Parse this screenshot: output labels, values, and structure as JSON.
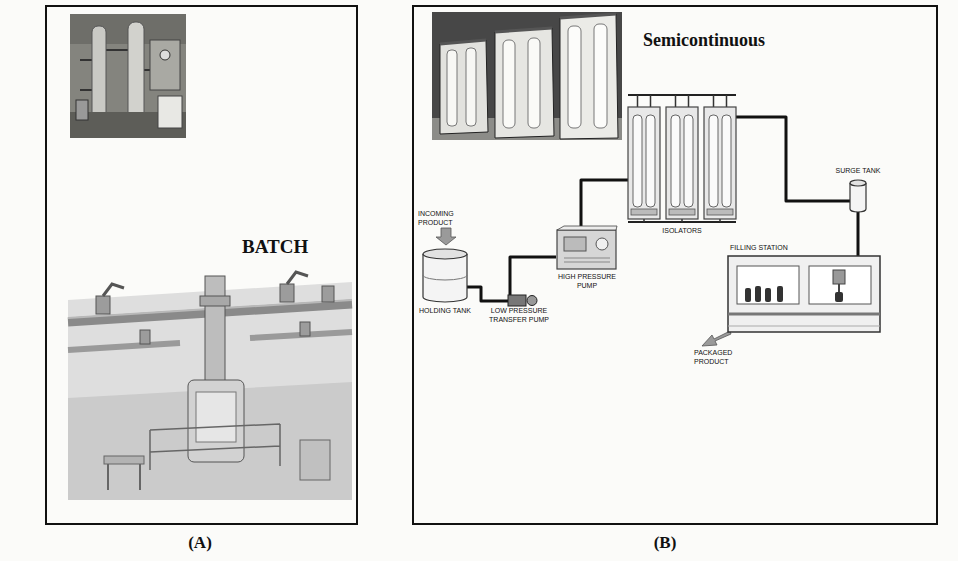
{
  "diagram": {
    "nodes": [
      {
        "text": [
          "BATCH"
        ]
      },
      {
        "text": [
          "Semicontinuous"
        ]
      },
      {
        "text": [
          "HOLDING TANK"
        ],
        "in": 1
      },
      {
        "text": [
          "LOW PRESSURE TRANSFER PUMP"
        ],
        "in": 1
      },
      {
        "text": [
          "HIGH PRESSURE PUMP"
        ],
        "in": 1
      },
      {
        "text": [
          "ISOLATORS"
        ],
        "in": 1
      },
      {
        "text": [
          "SURGE TANK"
        ],
        "in": 1
      },
      {
        "text": [
          "FILLING STATION"
        ],
        "in": 1
      }
    ],
    "edges": [
      {
        "from": 2,
        "to": 3,
        "arrow": "none"
      },
      {
        "from": 3,
        "to": 4,
        "arrow": "none"
      },
      {
        "from": 4,
        "to": 5,
        "arrow": "none"
      },
      {
        "from": 5,
        "to": 6,
        "arrow": "none"
      },
      {
        "from": 6,
        "to": 7,
        "arrow": "none"
      }
    ],
    "labels": [
      "INCOMING PRODUCT",
      "PACKAGED PRODUCT",
      "(A)",
      "(B)"
    ]
  }
}
